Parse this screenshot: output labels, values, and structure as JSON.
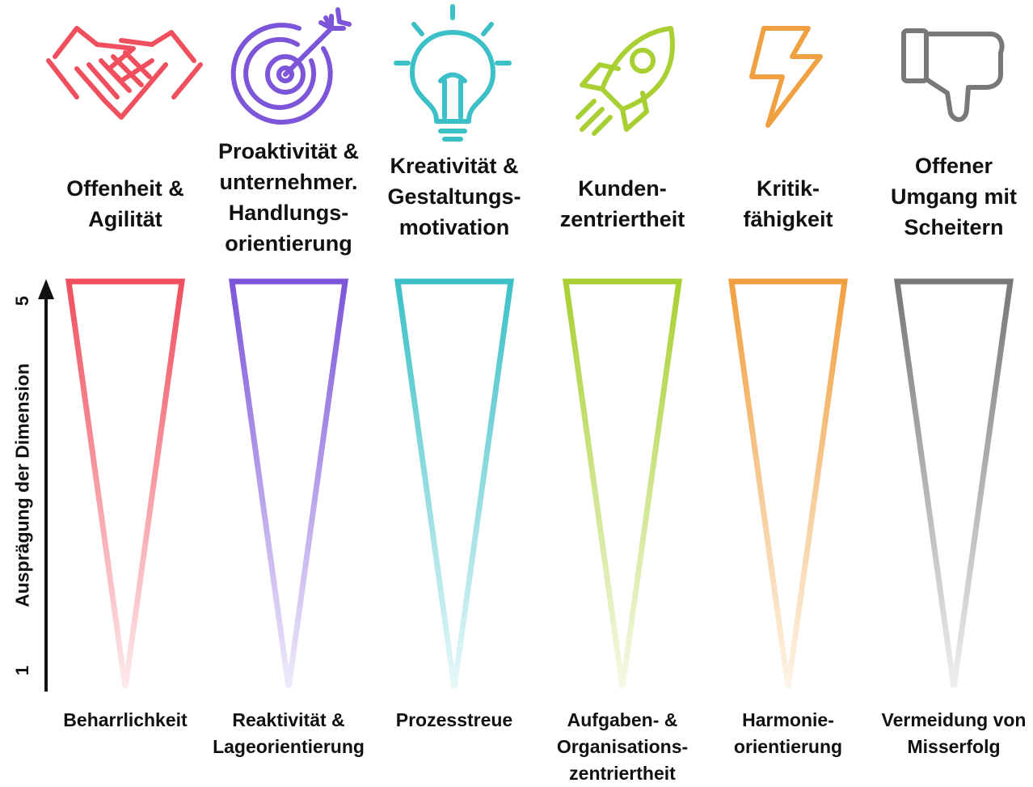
{
  "axis": {
    "label": "Ausprägung der Dimension",
    "max_label": "5",
    "min_label": "1"
  },
  "columns": [
    {
      "icon": "handshake-icon",
      "color": "#f0505e",
      "title_lines": [
        "Offenheit &",
        "Agilität"
      ],
      "bottom_lines": [
        "Beharrlichkeit"
      ]
    },
    {
      "icon": "target-arrow-icon",
      "color": "#7c55d8",
      "title_lines": [
        "Proaktivität &",
        "unternehmer.",
        "Handlungs-",
        "orientierung"
      ],
      "bottom_lines": [
        "Reaktivität &",
        "Lageorientierung"
      ]
    },
    {
      "icon": "lightbulb-icon",
      "color": "#3cc0c8",
      "title_lines": [
        "Kreativität &",
        "Gestaltungs-",
        "motivation"
      ],
      "bottom_lines": [
        "Prozesstreue"
      ]
    },
    {
      "icon": "rocket-icon",
      "color": "#a8d032",
      "title_lines": [
        "Kunden-",
        "zentriertheit"
      ],
      "bottom_lines": [
        "Aufgaben- &",
        "Organisations-",
        "zentriertheit"
      ]
    },
    {
      "icon": "lightning-icon",
      "color": "#f0a040",
      "title_lines": [
        "Kritik-",
        "fähigkeit"
      ],
      "bottom_lines": [
        "Harmonie-",
        "orientierung"
      ]
    },
    {
      "icon": "thumbs-down-icon",
      "color": "#787878",
      "title_lines": [
        "Offener",
        "Umgang mit",
        "Scheitern"
      ],
      "bottom_lines": [
        "Vermeidung von",
        "Misserfolg"
      ]
    }
  ]
}
